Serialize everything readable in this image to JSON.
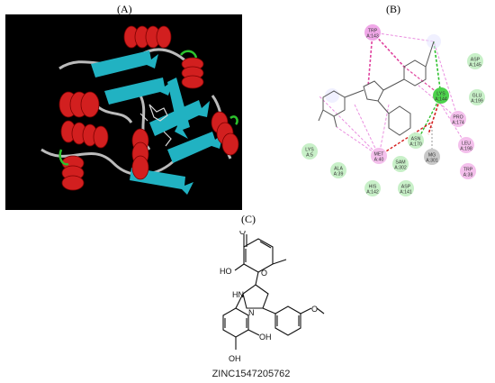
{
  "panels": {
    "a": {
      "label": "(A)"
    },
    "b": {
      "label": "(B)"
    },
    "c": {
      "label": "(C)"
    }
  },
  "residues": [
    {
      "id": "trp143",
      "line1": "TRP",
      "line2": "A:143",
      "color": "#f0a8e8",
      "kind": "pink"
    },
    {
      "id": "asp145",
      "line1": "ASP",
      "line2": "A:145",
      "color": "#c8f0c8",
      "kind": "green"
    },
    {
      "id": "glu199",
      "line1": "GLU",
      "line2": "A:199",
      "color": "#c8f0c8",
      "kind": "green"
    },
    {
      "id": "lys144",
      "line1": "LYS",
      "line2": "A:144",
      "color": "#4cd24c",
      "kind": "green-strong"
    },
    {
      "id": "pro174",
      "line1": "PRO",
      "line2": "A:174",
      "color": "#f4c0ec",
      "kind": "pink"
    },
    {
      "id": "leu198",
      "line1": "LEU",
      "line2": "A:198",
      "color": "#f4c0ec",
      "kind": "pink"
    },
    {
      "id": "trp38",
      "line1": "TRP",
      "line2": "A:38",
      "color": "#f4c0ec",
      "kind": "pink"
    },
    {
      "id": "asn170",
      "line1": "ASN",
      "line2": "A:170",
      "color": "#c8f0c8",
      "kind": "green"
    },
    {
      "id": "lys5",
      "line1": "LYS",
      "line2": "A:5",
      "color": "#c8f0c8",
      "kind": "green"
    },
    {
      "id": "met40",
      "line1": "MET",
      "line2": "A:40",
      "color": "#f4c0ec",
      "kind": "pink"
    },
    {
      "id": "sam302",
      "line1": "SAM",
      "line2": "A:302",
      "color": "#c8f0c8",
      "kind": "green"
    },
    {
      "id": "mg301",
      "line1": "MG",
      "line2": "A:301",
      "color": "#c8c8c8",
      "kind": "grey"
    },
    {
      "id": "ala39",
      "line1": "ALA",
      "line2": "A:39",
      "color": "#c8f0c8",
      "kind": "green"
    },
    {
      "id": "his142",
      "line1": "HIS",
      "line2": "A:142",
      "color": "#c8f0c8",
      "kind": "green"
    },
    {
      "id": "asp141",
      "line1": "ASP",
      "line2": "A:141",
      "color": "#c8f0c8",
      "kind": "green"
    }
  ],
  "molecule": {
    "atoms": {
      "o_top": "O",
      "oh_left": "HO",
      "o_ring": "O",
      "nh": "HN",
      "n": "N",
      "o_methoxy": "O",
      "oh1": "OH",
      "oh2": "OH"
    }
  },
  "compound_id": "ZINC1547205762"
}
